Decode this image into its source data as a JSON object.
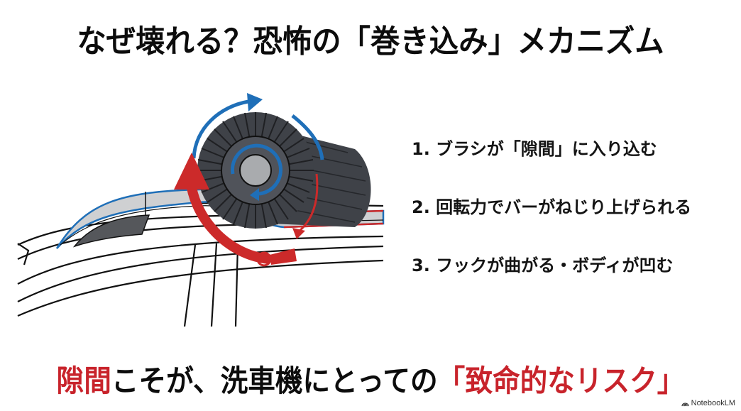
{
  "title": "なぜ壊れる？恐怖の「巻き込み」メカニズム",
  "steps": [
    "1. ブラシが「隙間」に入り込む",
    "2. 回転力でバーがねじり上げられる",
    "3. フックが曲がる・ボディが凹む"
  ],
  "conclusion": {
    "part1_red": "隙間",
    "part2": "こそが、洗車機にとっての",
    "part3_red": "「致命的なリスク」"
  },
  "illustration": {
    "description": "Rotating car-wash brush catching the gap under a roof rail and twisting it upward",
    "icons": [
      "brush-roller",
      "blue-rotation-arrow",
      "red-lift-arrow",
      "roof-rail",
      "car-roof"
    ],
    "colors": {
      "brush": "#3f4248",
      "hub": "#a9abae",
      "blue_arrow": "#1f6fb8",
      "red_arrow": "#cc2a2a",
      "rail_fill": "#cfd0d2",
      "rail_dark": "#5a5c60"
    }
  },
  "colors": {
    "accent_red": "#c8232b",
    "text": "#0c0c0c",
    "background": "#ffffff"
  },
  "watermark": {
    "icon": "notebooklm-icon",
    "label": "NotebookLM"
  }
}
